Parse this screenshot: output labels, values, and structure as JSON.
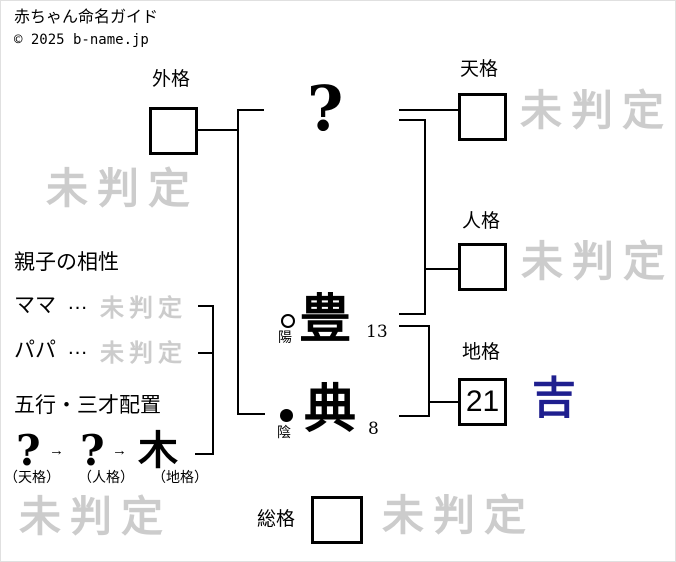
{
  "header": {
    "title": "赤ちゃん命名ガイド",
    "copyright": "© 2025 b-name.jp"
  },
  "diagram": {
    "surname_placeholder": "?",
    "name_chars": [
      {
        "char": "豊",
        "strokes": "13",
        "polarity_symbol": "○",
        "polarity": "陽"
      },
      {
        "char": "典",
        "strokes": "8",
        "polarity_symbol": "●",
        "polarity": "陰"
      }
    ],
    "kaku": {
      "gaikaku": {
        "label": "外格",
        "value": "",
        "result": "未判定"
      },
      "tenkaku": {
        "label": "天格",
        "value": "",
        "result": "未判定"
      },
      "jinkaku": {
        "label": "人格",
        "value": "",
        "result": "未判定"
      },
      "chikaku": {
        "label": "地格",
        "value": "21",
        "result": "吉"
      },
      "soukaku": {
        "label": "総格",
        "value": "",
        "result": "未判定"
      }
    }
  },
  "compatibility": {
    "heading": "親子の相性",
    "rows": [
      {
        "label": "ママ",
        "separator": "…",
        "result": "未判定"
      },
      {
        "label": "パパ",
        "separator": "…",
        "result": "未判定"
      }
    ]
  },
  "gogyo": {
    "heading": "五行・三才配置",
    "sequence": [
      {
        "element": "?",
        "label": "（天格）"
      },
      {
        "element": "?",
        "label": "（人格）"
      },
      {
        "element": "木",
        "label": "（地格）"
      }
    ],
    "arrow": "→",
    "result": "未判定"
  },
  "colors": {
    "watermark_gray": "#cccccc",
    "good_result_navy": "#1f1f8f",
    "line_black": "#000000"
  }
}
